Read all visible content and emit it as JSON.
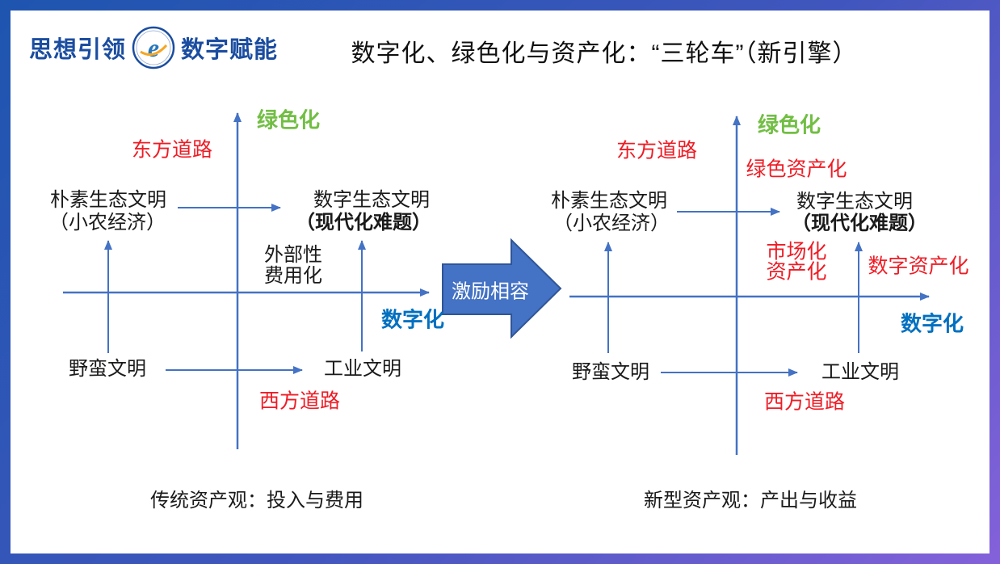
{
  "header": {
    "brand_left": "思想引领",
    "brand_right": "数字赋能",
    "logo_letter": "e",
    "title": "数字化、绿色化与资产化：“三轮车”（新引擎）"
  },
  "colors": {
    "axis_blue": "#4472C4",
    "arrow_fill": "#4472C4",
    "arrow_stroke": "#2F5597",
    "red_text": "#EE1C25",
    "green_text": "#72BE44",
    "digital_blue": "#0070C0",
    "brand_blue": "#1B4DA0",
    "frame_gradient_start": "#1E55AF",
    "frame_gradient_end": "#8461DA"
  },
  "left_diagram": {
    "y_axis_label": "绿色化",
    "east_road": "东方道路",
    "west_road": "西方道路",
    "q2_line1": "朴素生态文明",
    "q2_line2": "（小农经济）",
    "q1_line1": "数字生态文明",
    "q1_line2": "（现代化难题）",
    "externality_line1": "外部性",
    "externality_line2": "费用化",
    "x_axis_label": "数字化",
    "q3_label": "野蛮文明",
    "q4_label": "工业文明",
    "caption": "传统资产观：投入与费用"
  },
  "transition_arrow": {
    "label": "激励相容"
  },
  "right_diagram": {
    "y_axis_label": "绿色化",
    "east_road": "东方道路",
    "green_assetization": "绿色资产化",
    "west_road": "西方道路",
    "q2_line1": "朴素生态文明",
    "q2_line2": "（小农经济）",
    "q1_line1": "数字生态文明",
    "q1_line2": "（现代化难题）",
    "market_line1": "市场化",
    "market_line2": "资产化",
    "digital_assetization": "数字资产化",
    "x_axis_label": "数字化",
    "q3_label": "野蛮文明",
    "q4_label": "工业文明",
    "caption": "新型资产观：产出与收益"
  }
}
